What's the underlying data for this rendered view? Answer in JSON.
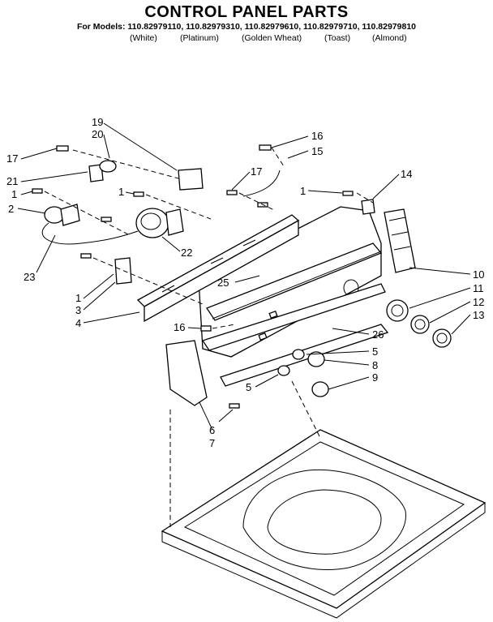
{
  "header": {
    "title": "CONTROL PANEL PARTS",
    "models": "For Models: 110.82979110, 110.82979310, 110.82979610, 110.82979710, 110.82979810",
    "colors": [
      "(White)",
      "(Platinum)",
      "(Golden Wheat)",
      "(Toast)",
      "(Almond)"
    ]
  },
  "callouts": [
    "19",
    "20",
    "17",
    "21",
    "1",
    "2",
    "23",
    "1",
    "22",
    "16",
    "15",
    "17",
    "1",
    "14",
    "25",
    "10",
    "11",
    "12",
    "13",
    "1",
    "3",
    "4",
    "16",
    "26",
    "5",
    "8",
    "9",
    "5",
    "6",
    "7"
  ]
}
